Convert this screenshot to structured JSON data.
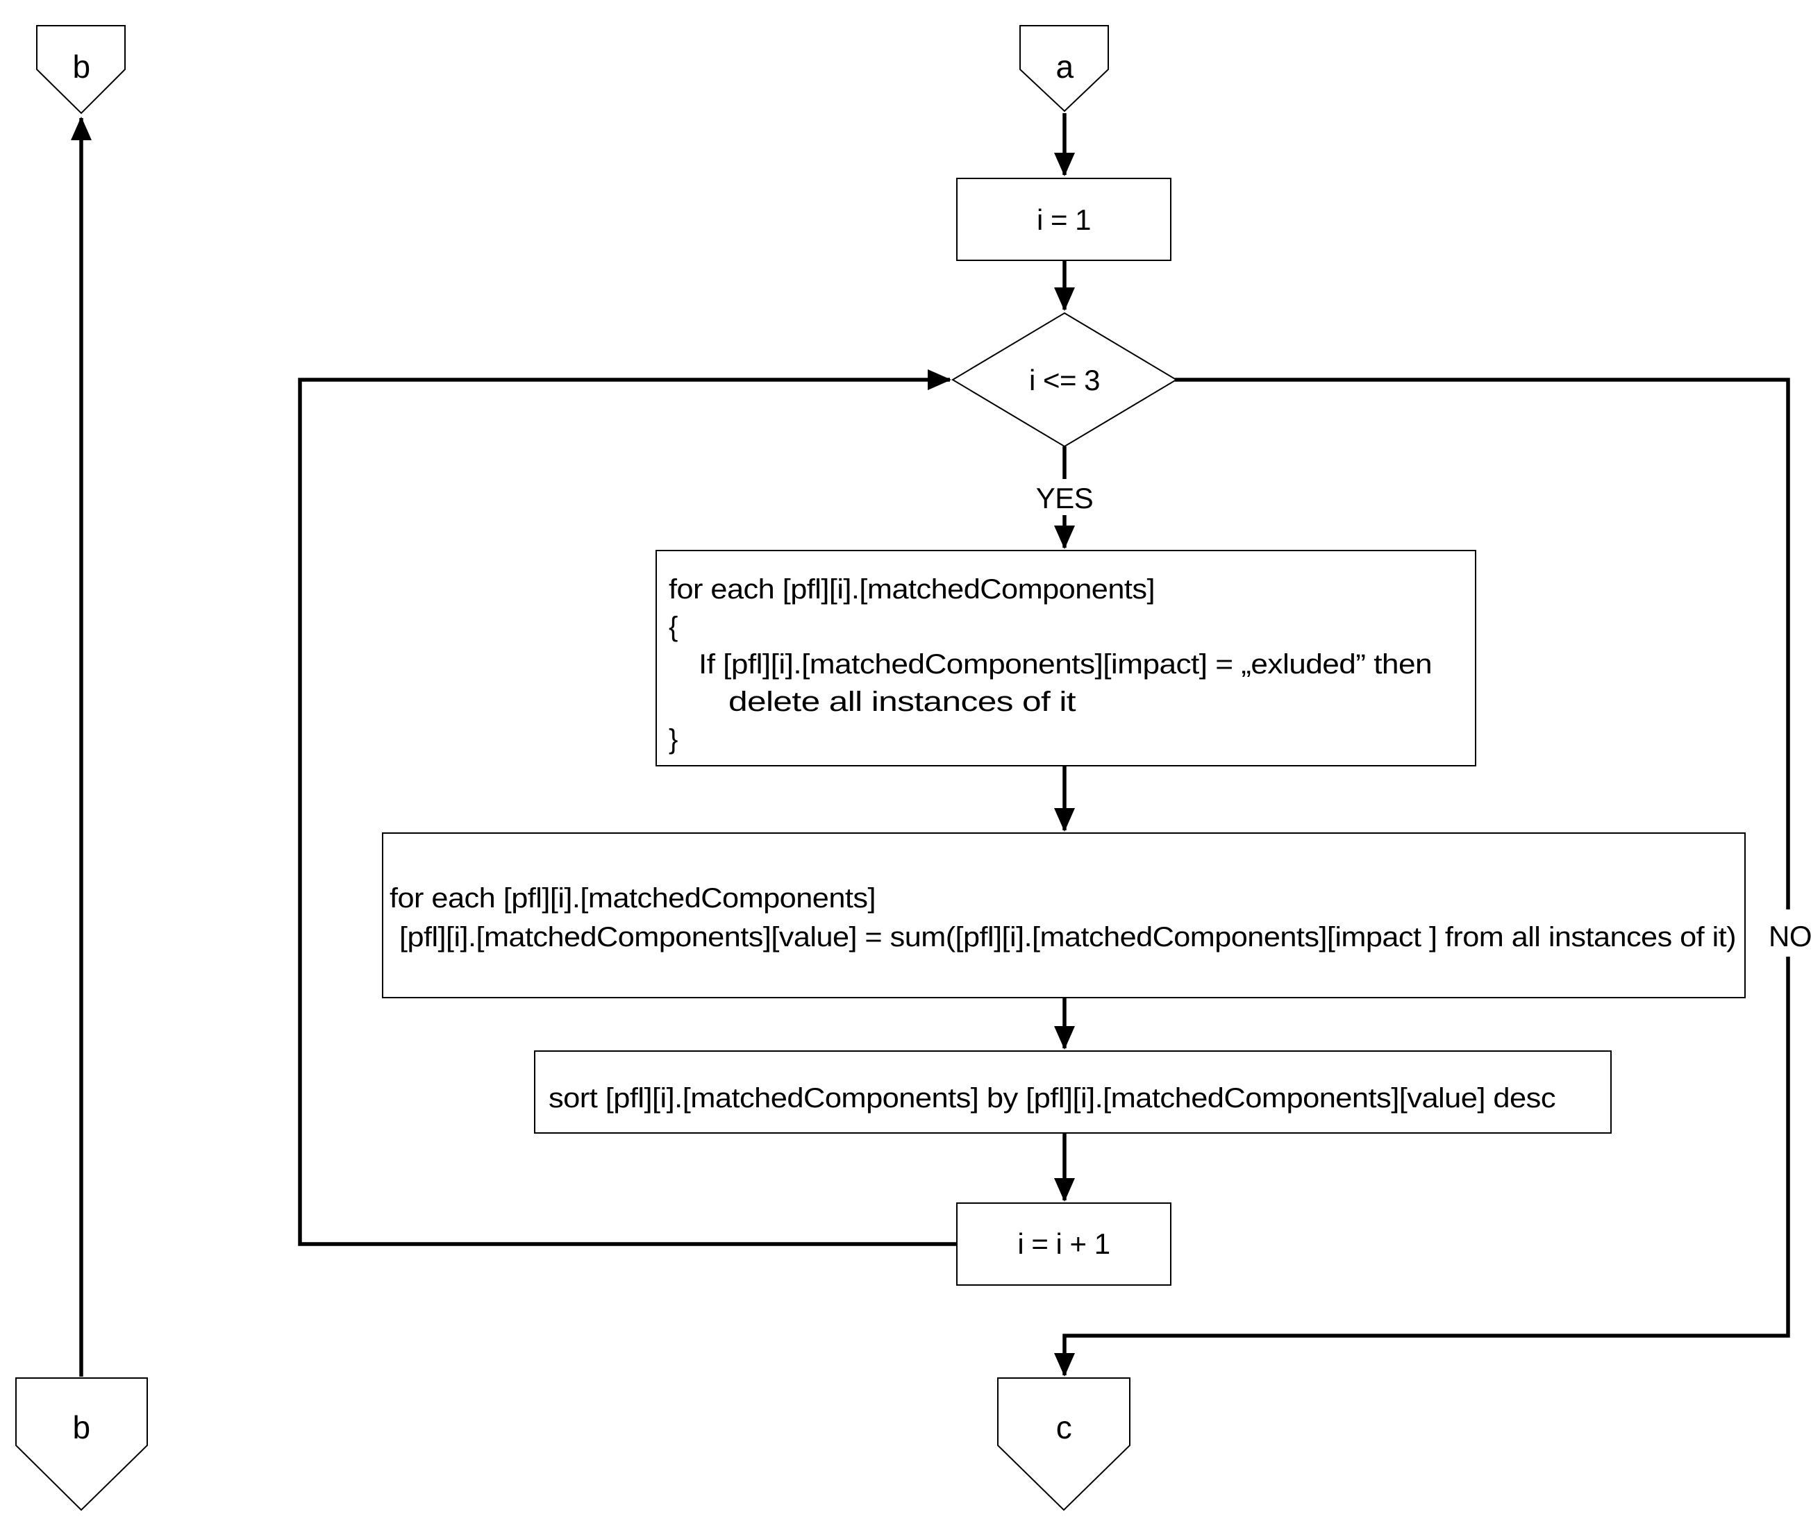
{
  "figure": {
    "background": "#ffffff",
    "line_color": "#000000",
    "shape_fill": "#ffffff"
  },
  "connectors": {
    "a": {
      "label": "a"
    },
    "b_top": {
      "label": "b"
    },
    "b_bottom": {
      "label": "b"
    },
    "c": {
      "label": "c"
    }
  },
  "nodes": {
    "init": {
      "label": "i = 1"
    },
    "condition": {
      "label": "i <= 3"
    },
    "filter": {
      "lines": [
        "for each [pfl][i].[matchedComponents]",
        "{",
        "If [pfl][i].[matchedComponents][impact] = „exluded” then",
        "delete all instances of it",
        "}"
      ]
    },
    "sum": {
      "lines": [
        "for each [pfl][i].[matchedComponents]",
        "[pfl][i].[matchedComponents][value] = sum([pfl][i].[matchedComponents][impact ] from all instances of it)"
      ]
    },
    "sort": {
      "label": "sort [pfl][i].[matchedComponents] by  [pfl][i].[matchedComponents][value] desc"
    },
    "increment": {
      "label": "i = i + 1"
    }
  },
  "edges": {
    "yes_label": "YES",
    "no_label": "NO"
  }
}
